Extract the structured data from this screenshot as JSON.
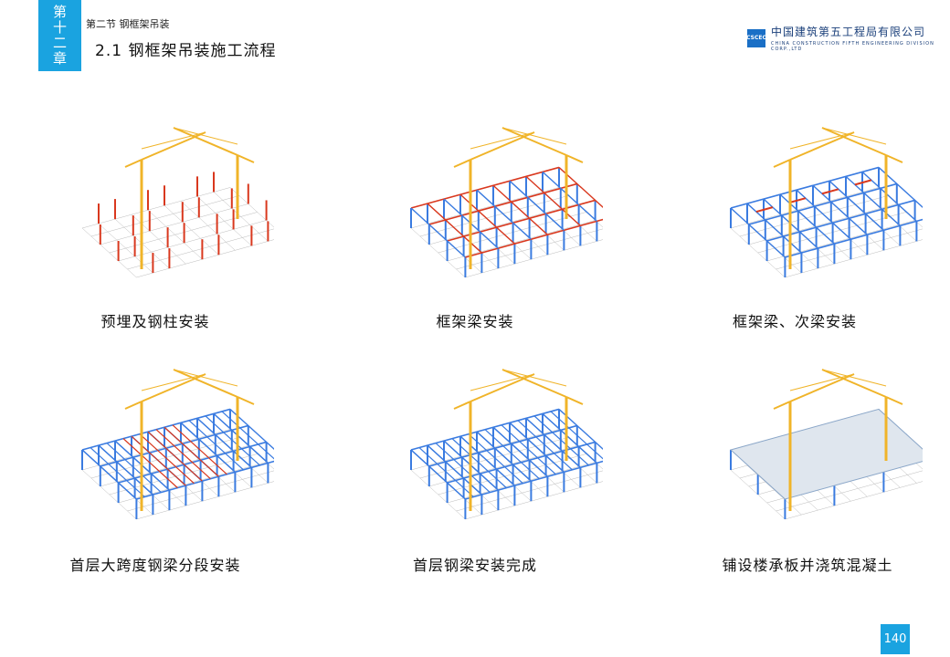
{
  "header": {
    "chapter_chars": [
      "第",
      "十",
      "二",
      "章"
    ],
    "section": "第二节 钢框架吊装",
    "title": "2.1 钢框架吊装施工流程",
    "logo_mark": [
      "CSCEC"
    ],
    "company_cn": "中国建筑第五工程局有限公司",
    "company_en": "CHINA CONSTRUCTION FIFTH ENGINEERING DIVISION CORP.,LTD"
  },
  "steps": [
    {
      "caption": "预埋及钢柱安装"
    },
    {
      "caption": "框架梁安装"
    },
    {
      "caption": "框架梁、次梁安装"
    },
    {
      "caption": "首层大跨度钢梁分段安装"
    },
    {
      "caption": "首层钢梁安装完成"
    },
    {
      "caption": "铺设楼承板并浇筑混凝土"
    }
  ],
  "colors": {
    "accent": "#1aa3e0",
    "steel_red": "#d9381e",
    "steel_blue": "#3a7be0",
    "crane": "#f0b429",
    "deck": "#dfe6ee"
  },
  "page_number": "140"
}
